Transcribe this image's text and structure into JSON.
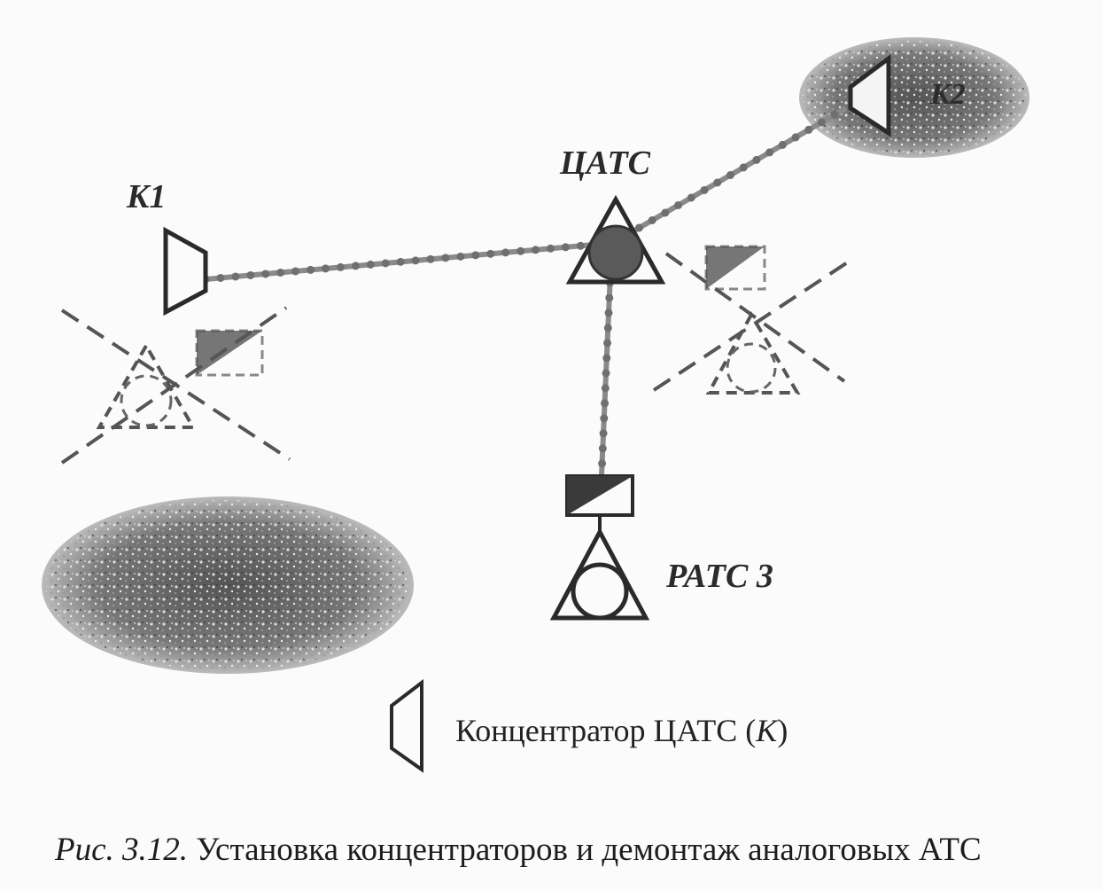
{
  "nodes": {
    "k1_label": "K1",
    "k2_label": "K2",
    "catc_label": "ЦАТС",
    "ratc3_label": "РАТС 3"
  },
  "legend": {
    "text_before": "Концентратор ЦАТС (",
    "text_italic": "K",
    "text_after": ")"
  },
  "caption": {
    "prefix": "Рис. 3.12.",
    "text": " Установка концентраторов и демонтаж аналоговых АТС"
  },
  "colors": {
    "line": "#8a8a8a",
    "dot": "#6f6f6f",
    "hub_fill": "#5a5a5a",
    "stroke": "#2a2a2a",
    "dashed": "#555555",
    "shade_dark": "#4a4a4a",
    "shade_light": "#b8b8b8"
  }
}
